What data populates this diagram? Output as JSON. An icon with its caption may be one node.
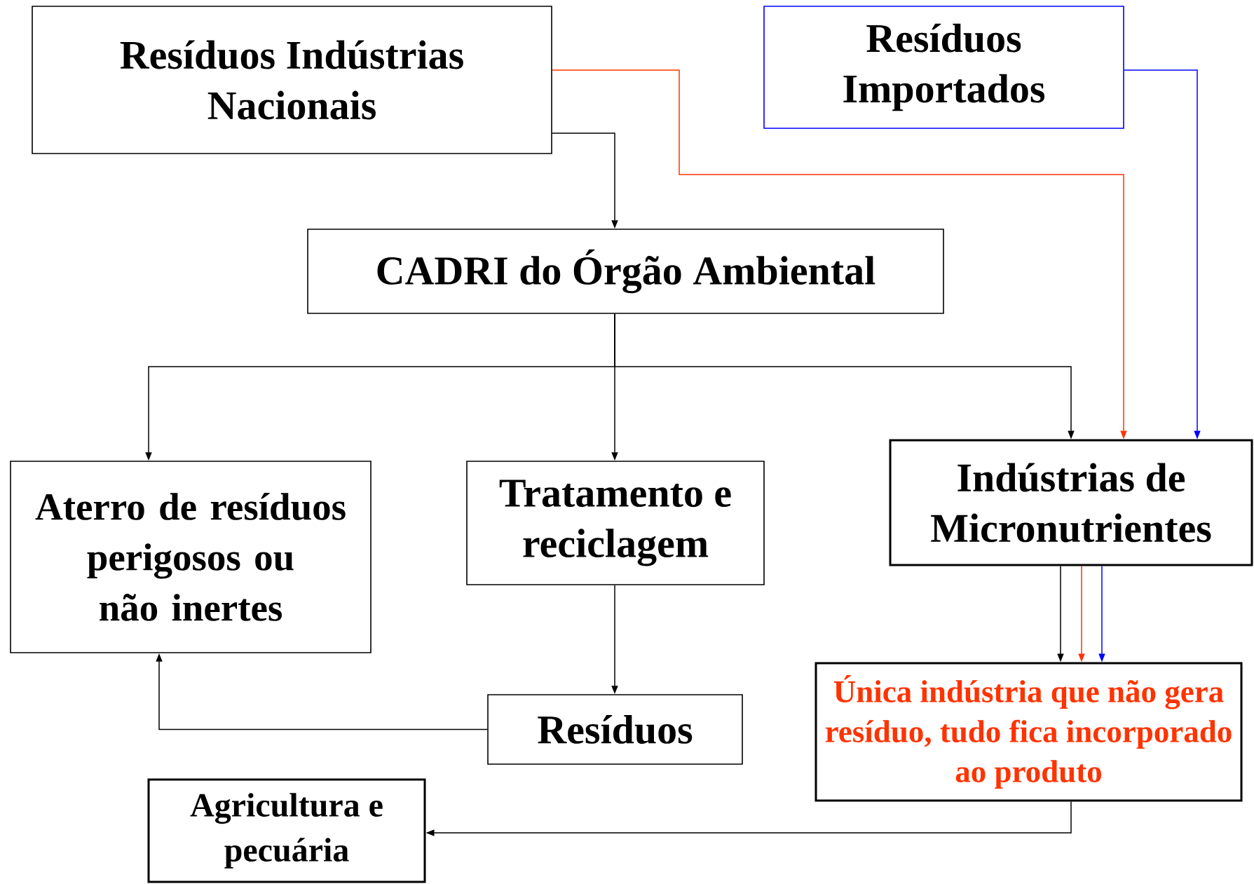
{
  "diagram": {
    "nodes": [
      {
        "text": [
          "Resíduos Indústrias Nacionais"
        ]
      },
      {
        "text": [
          "Resíduos Importados"
        ]
      },
      {
        "text": [
          "CADRI do Órgão Ambiental"
        ]
      },
      {
        "text": [
          "Aterro de resíduos perigosos ou não inertes"
        ]
      },
      {
        "text": [
          "Tratamento e reciclagem"
        ]
      },
      {
        "text": [
          "Indústrias de Micronutrientes"
        ]
      },
      {
        "text": [
          "Resíduos"
        ]
      },
      {
        "text": [
          "Única indústria que não gera resíduo, tudo fica incorporado ao produto"
        ]
      },
      {
        "text": [
          "Agricultura e pecuária"
        ]
      }
    ],
    "edges": [
      {
        "from": 0,
        "to": 2,
        "arrow": "to"
      },
      {
        "from": 0,
        "to": 5,
        "arrow": "to",
        "color": "#ff3300"
      },
      {
        "from": 1,
        "to": 5,
        "arrow": "to",
        "color": "#0000ff"
      },
      {
        "from": 2,
        "to": 3,
        "arrow": "to"
      },
      {
        "from": 2,
        "to": 4,
        "arrow": "to"
      },
      {
        "from": 2,
        "to": 5,
        "arrow": "to"
      },
      {
        "from": 4,
        "to": 6,
        "arrow": "to"
      },
      {
        "from": 6,
        "to": 3,
        "arrow": "to"
      },
      {
        "from": 5,
        "to": 7,
        "arrow": "to"
      },
      {
        "from": 5,
        "to": 7,
        "arrow": "to",
        "color": "#ff3300"
      },
      {
        "from": 5,
        "to": 7,
        "arrow": "to",
        "color": "#0000ff"
      },
      {
        "from": 7,
        "to": 8,
        "arrow": "to"
      }
    ]
  }
}
